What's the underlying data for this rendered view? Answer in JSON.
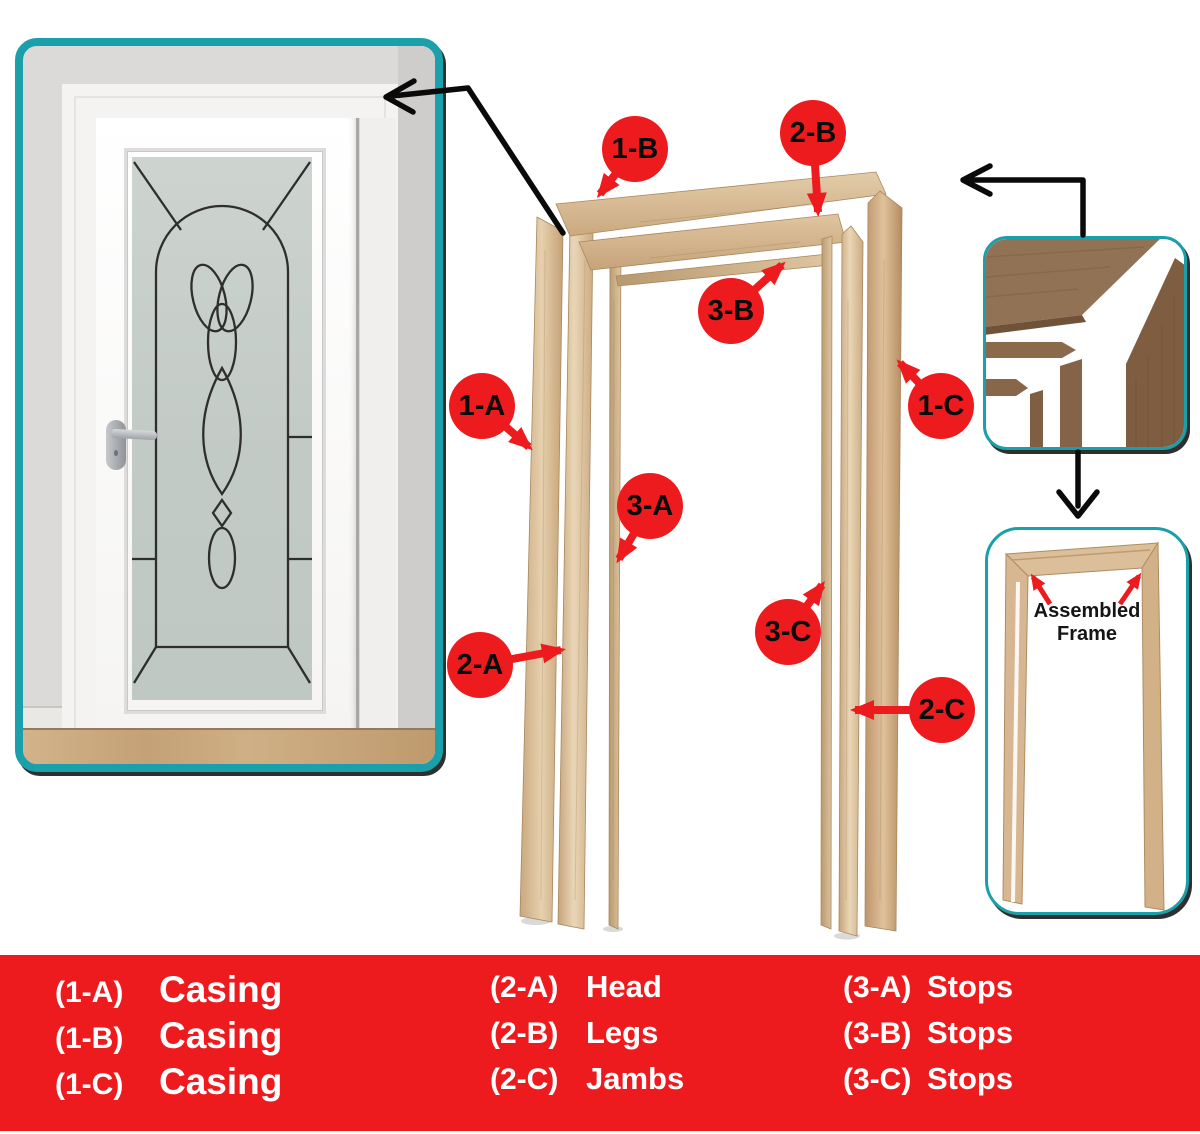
{
  "colors": {
    "accent_red": "#EE1B1E",
    "teal_border": "#1AA0AA",
    "wood_light": "#D9BB97",
    "wood_walnut": "#8A6A4C",
    "legend_text": "#FFFFFF",
    "callout_text": "#0B0B0B"
  },
  "callouts": {
    "c1a": {
      "label": "1-A"
    },
    "c1b": {
      "label": "1-B"
    },
    "c1c": {
      "label": "1-C"
    },
    "c2a": {
      "label": "2-A"
    },
    "c2b": {
      "label": "2-B"
    },
    "c2c": {
      "label": "2-C"
    },
    "c3a": {
      "label": "3-A"
    },
    "c3b": {
      "label": "3-B"
    },
    "c3c": {
      "label": "3-C"
    }
  },
  "assembled_box": {
    "label": "Assembled Frame"
  },
  "legend": {
    "columns": [
      {
        "items": [
          {
            "code": "(1-A)",
            "name": "Casing"
          },
          {
            "code": "(1-B)",
            "name": "Casing"
          },
          {
            "code": "(1-C)",
            "name": "Casing"
          }
        ]
      },
      {
        "items": [
          {
            "code": "(2-A)",
            "name": "Head"
          },
          {
            "code": "(2-B)",
            "name": "Legs"
          },
          {
            "code": "(2-C)",
            "name": "Jambs"
          }
        ]
      },
      {
        "items": [
          {
            "code": "(3-A)",
            "name": "Stops"
          },
          {
            "code": "(3-B)",
            "name": "Stops"
          },
          {
            "code": "(3-C)",
            "name": "Stops"
          }
        ]
      }
    ]
  }
}
